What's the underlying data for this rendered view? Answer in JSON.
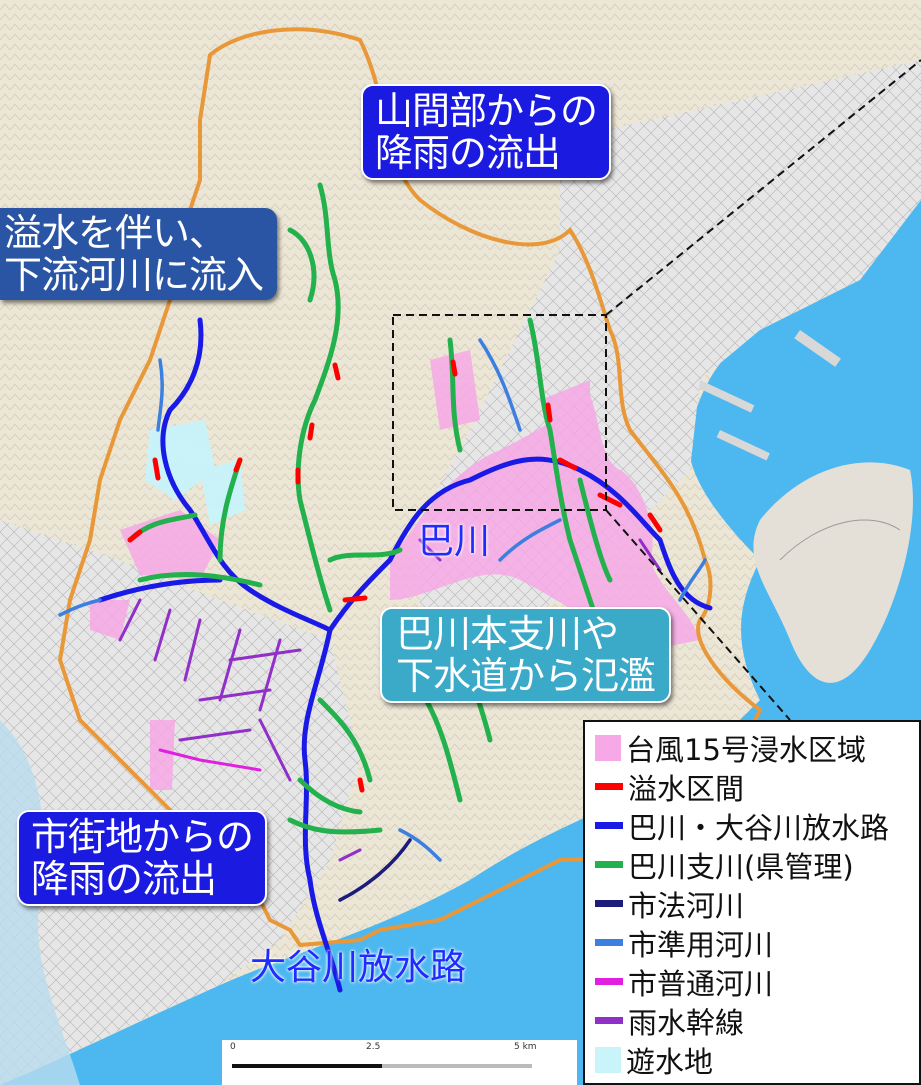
{
  "callouts": {
    "mountain": [
      "山間部からの",
      "降雨の流出"
    ],
    "overflow_downstream": [
      "溢水を伴い、",
      "下流河川に流入"
    ],
    "tomoe_flood": [
      "巴川本支川や",
      "下水道から氾濫"
    ],
    "urban": [
      "市街地からの",
      "降雨の流出"
    ]
  },
  "map_labels": {
    "tomoe": "巴川",
    "ooya_diversion": "大谷川放水路"
  },
  "legend": {
    "items": [
      {
        "label": "台風15号浸水区域",
        "swatch": "box",
        "color": "#f7a8e6"
      },
      {
        "label": "溢水区間",
        "swatch": "line",
        "color": "#ff0000"
      },
      {
        "label": "巴川・大谷川放水路",
        "swatch": "line",
        "color": "#1a1ae6"
      },
      {
        "label": "巴川支川(県管理)",
        "swatch": "line",
        "color": "#22b14c"
      },
      {
        "label": "市法河川",
        "swatch": "line",
        "color": "#1c1c7a"
      },
      {
        "label": "市準用河川",
        "swatch": "line",
        "color": "#3d7fe0"
      },
      {
        "label": "市普通河川",
        "swatch": "line",
        "color": "#e020e0"
      },
      {
        "label": "雨水幹線",
        "swatch": "line",
        "color": "#9030c8"
      },
      {
        "label": "遊水地",
        "swatch": "box",
        "color": "#c8f4fa"
      }
    ]
  },
  "scale_bar": {
    "ticks": [
      "0",
      "2.5",
      "5 km"
    ]
  },
  "colors": {
    "sea": "#4db8f0",
    "land": "#ece6d6",
    "boundary": "#e89838",
    "inundation": "#f7a8e6",
    "overflow": "#ff0000",
    "main_river": "#1a1ae6",
    "tributary": "#22b14c",
    "retarding_basin": "#c8f4fa"
  }
}
